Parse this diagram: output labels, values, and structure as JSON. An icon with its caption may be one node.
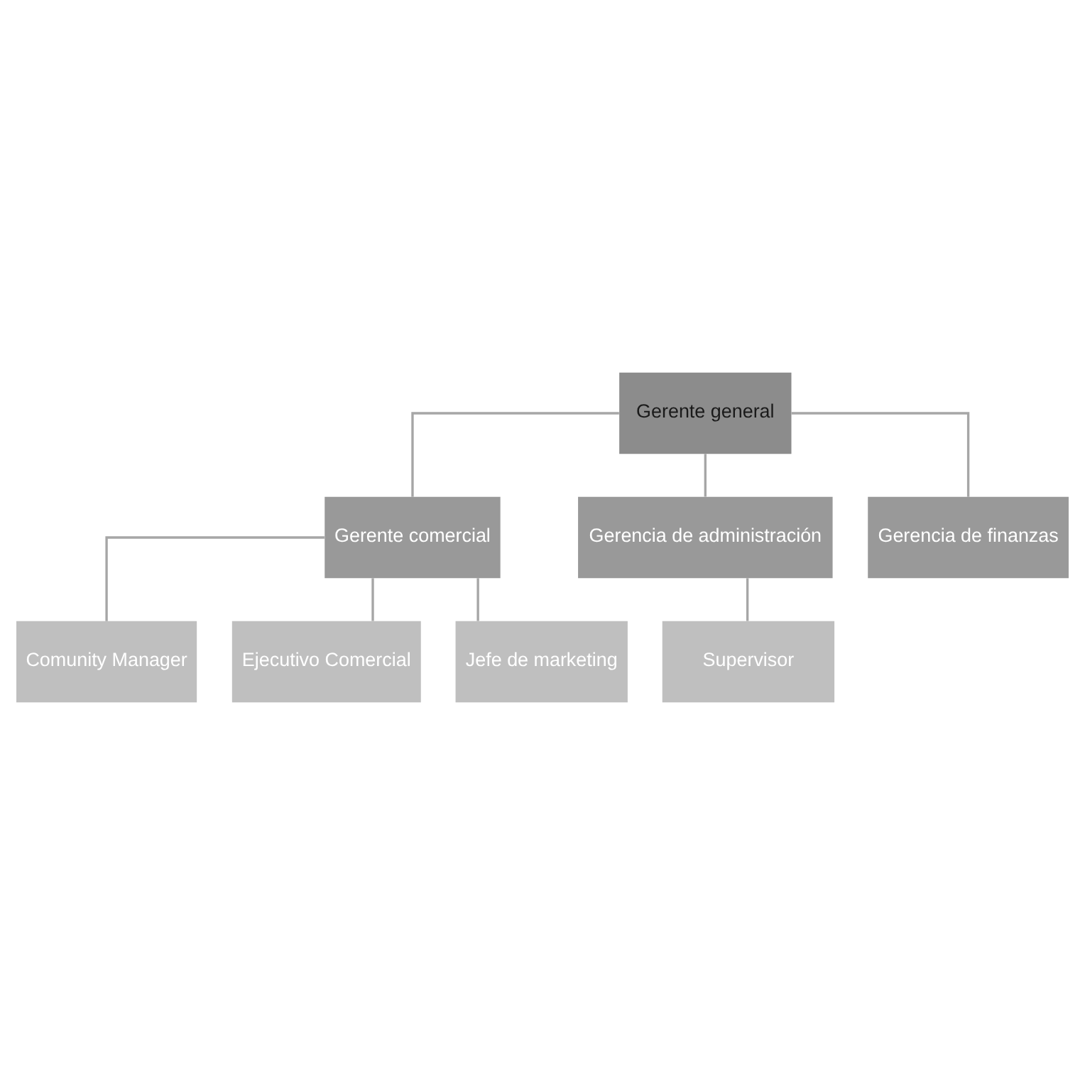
{
  "diagram": {
    "nodes": [
      {
        "text": [
          "Gerente general"
        ]
      },
      {
        "text": [
          "Gerente comercial"
        ]
      },
      {
        "text": [
          "Gerencia de administración"
        ]
      },
      {
        "text": [
          "Gerencia de finanzas"
        ]
      },
      {
        "text": [
          "Comunity Manager"
        ]
      },
      {
        "text": [
          "Ejecutivo Comercial"
        ]
      },
      {
        "text": [
          "Jefe de marketing"
        ]
      },
      {
        "text": [
          "Supervisor"
        ]
      }
    ],
    "edges": [
      {
        "from": 0,
        "to": 1,
        "arrow": "none"
      },
      {
        "from": 0,
        "to": 2,
        "arrow": "none"
      },
      {
        "from": 0,
        "to": 3,
        "arrow": "none"
      },
      {
        "from": 1,
        "to": 4,
        "arrow": "none"
      },
      {
        "from": 1,
        "to": 5,
        "arrow": "none"
      },
      {
        "from": 1,
        "to": 6,
        "arrow": "none"
      },
      {
        "from": 2,
        "to": 7,
        "arrow": "none"
      }
    ]
  }
}
